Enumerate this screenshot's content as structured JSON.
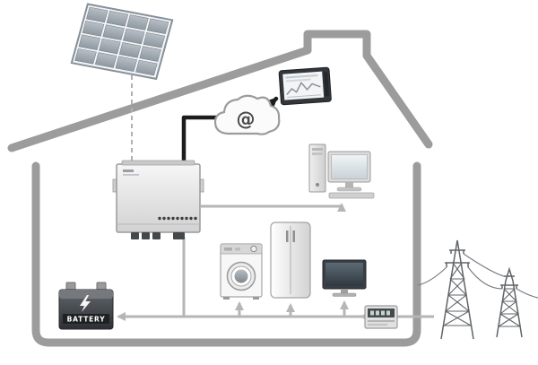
{
  "diagram": {
    "name": "solar-home-energy-system",
    "cloud_symbol": "@",
    "battery_label": "BATTERY",
    "colors": {
      "house_outline": "#9c9c9c",
      "flow_line": "#b6b6b6",
      "data_line": "#1c1c1c",
      "background": "#ffffff",
      "battery_body": "#33373a"
    },
    "components": [
      {
        "name": "solar-panel",
        "icon": "solar-panel-icon"
      },
      {
        "name": "inverter",
        "icon": "inverter-icon"
      },
      {
        "name": "internet-cloud",
        "icon": "cloud-at-icon"
      },
      {
        "name": "monitoring-tablet",
        "icon": "tablet-chart-icon"
      },
      {
        "name": "desktop-computer",
        "icon": "desktop-pc-icon"
      },
      {
        "name": "washing-machine",
        "icon": "washing-machine-icon"
      },
      {
        "name": "refrigerator",
        "icon": "refrigerator-icon"
      },
      {
        "name": "tv-monitor",
        "icon": "tv-icon"
      },
      {
        "name": "battery",
        "icon": "battery-icon"
      },
      {
        "name": "energy-meter",
        "icon": "meter-icon"
      },
      {
        "name": "power-grid",
        "icon": "transmission-towers-icon"
      }
    ]
  }
}
